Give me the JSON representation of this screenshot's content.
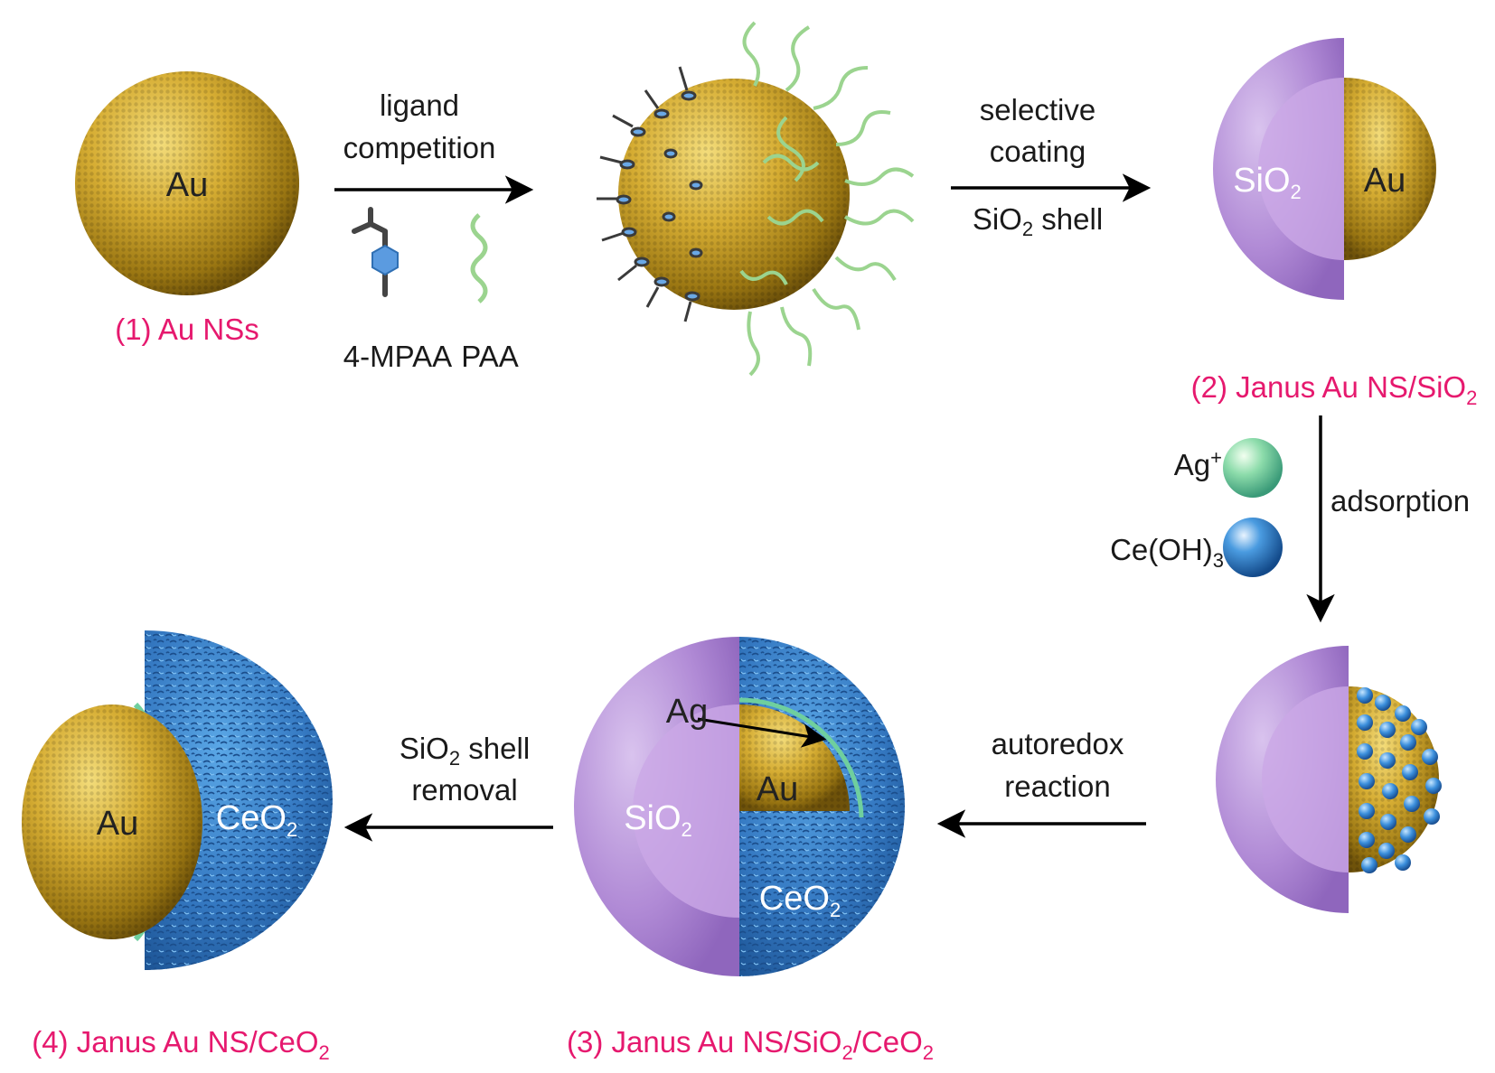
{
  "stages": {
    "s1": {
      "caption": "(1) Au NSs",
      "core_label": "Au"
    },
    "s2": {
      "caption_main": "(2) Janus Au NS/SiO",
      "caption_sub": "2",
      "shell_label_main": "SiO",
      "shell_label_sub": "2",
      "core_label": "Au"
    },
    "s3": {
      "caption_main": "(3) Janus Au NS/SiO",
      "caption_sub1": "2",
      "caption_mid": "/CeO",
      "caption_sub2": "2",
      "ag_label": "Ag",
      "core_label": "Au",
      "sio2_main": "SiO",
      "sio2_sub": "2",
      "ceo2_main": "CeO",
      "ceo2_sub": "2"
    },
    "s4": {
      "caption_main": "(4) Janus Au NS/CeO",
      "caption_sub": "2",
      "core_label": "Au",
      "shell_main": "CeO",
      "shell_sub": "2"
    }
  },
  "arrows": {
    "a1": {
      "line1": "ligand",
      "line2": "competition",
      "ligand1": "4-MPAA",
      "ligand2": "PAA"
    },
    "a2": {
      "line1": "selective",
      "line2": "coating",
      "line3_main": "SiO",
      "line3_sub": "2",
      "line3_rest": " shell"
    },
    "a3": {
      "label": "adsorption",
      "ion1_main": "Ag",
      "ion1_sup": "+",
      "ion2_main": "Ce(OH)",
      "ion2_sub": "3"
    },
    "a4": {
      "line1": "autoredox",
      "line2": "reaction"
    },
    "a5": {
      "line1_main": "SiO",
      "line1_sub": "2",
      "line1_rest": " shell",
      "line2": "removal"
    }
  },
  "colors": {
    "caption": "#e6196e",
    "gold": "#d8b23c",
    "silica": "#b08ad6",
    "ceria": "#3f86cf",
    "polymer": "#9bd48f"
  }
}
